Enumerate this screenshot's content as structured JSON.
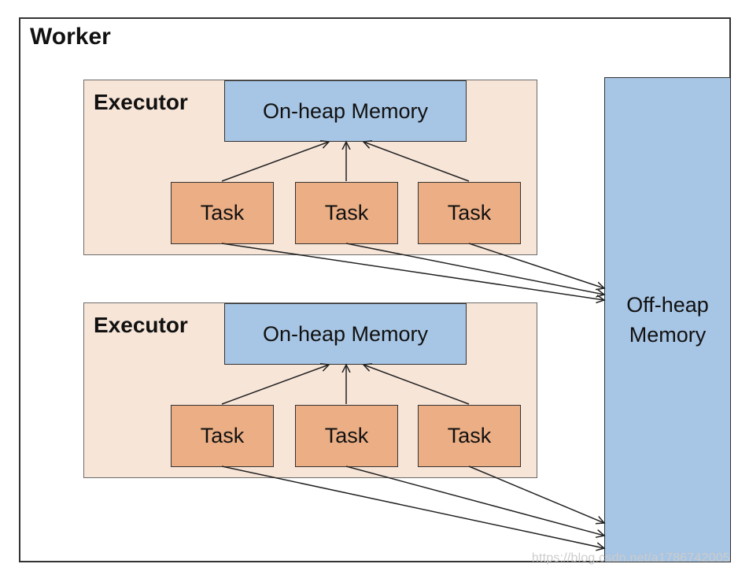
{
  "worker": {
    "label": "Worker"
  },
  "executors": [
    {
      "label": "Executor",
      "onheap_label": "On-heap Memory",
      "tasks": [
        "Task",
        "Task",
        "Task"
      ]
    },
    {
      "label": "Executor",
      "onheap_label": "On-heap Memory",
      "tasks": [
        "Task",
        "Task",
        "Task"
      ]
    }
  ],
  "offheap": {
    "label": "Off-heap\nMemory"
  },
  "watermark": "https://blog.csdn.net/a1786742005",
  "colors": {
    "executor_bg": "#f7e5d8",
    "memory_blue": "#a7c5e4",
    "task_orange": "#ebae85"
  }
}
